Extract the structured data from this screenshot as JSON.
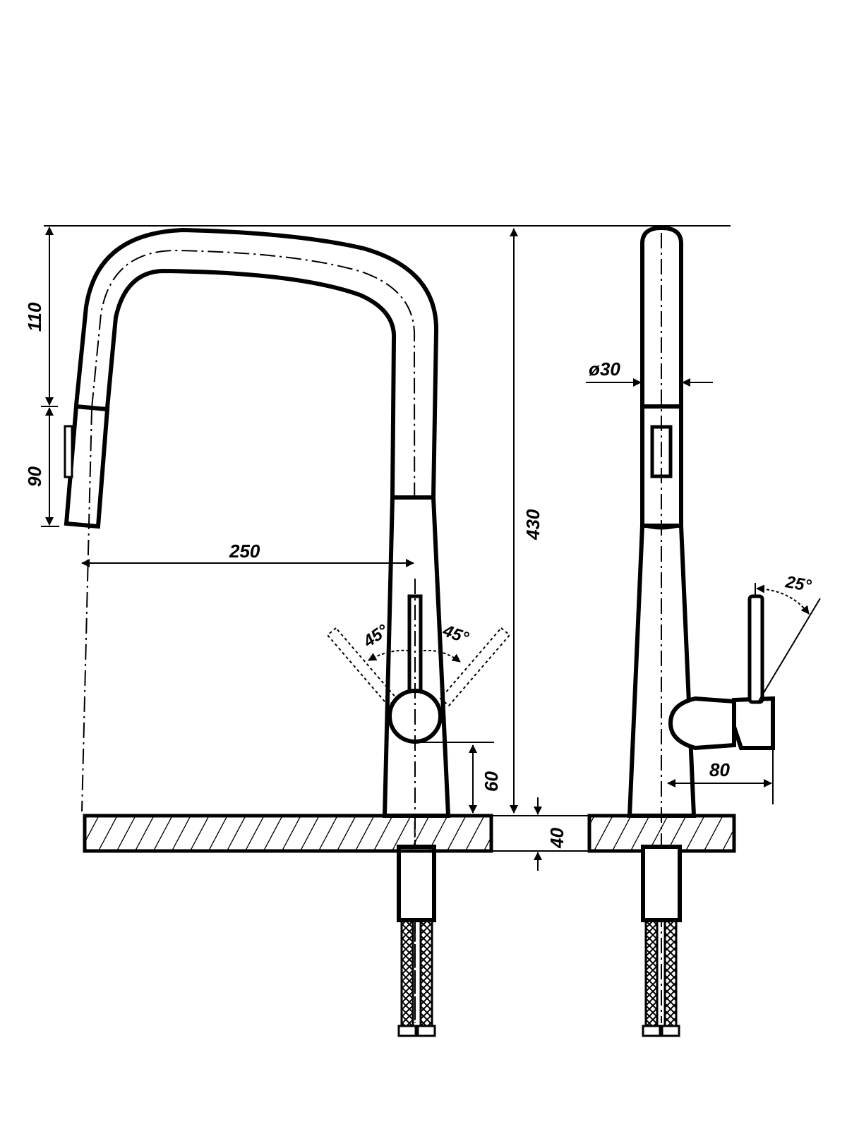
{
  "dimensions": {
    "spout_height": "110",
    "pullout_head_height": "90",
    "reach": "250",
    "total_height": "430",
    "lever_left_angle": "45°",
    "lever_right_angle": "45°",
    "handle_height": "60",
    "deck_thickness": "40",
    "body_diameter": "ø30",
    "handle_depth": "80",
    "lever_tilt_angle": "25°"
  },
  "colors": {
    "line": "#000000",
    "background": "#ffffff"
  }
}
